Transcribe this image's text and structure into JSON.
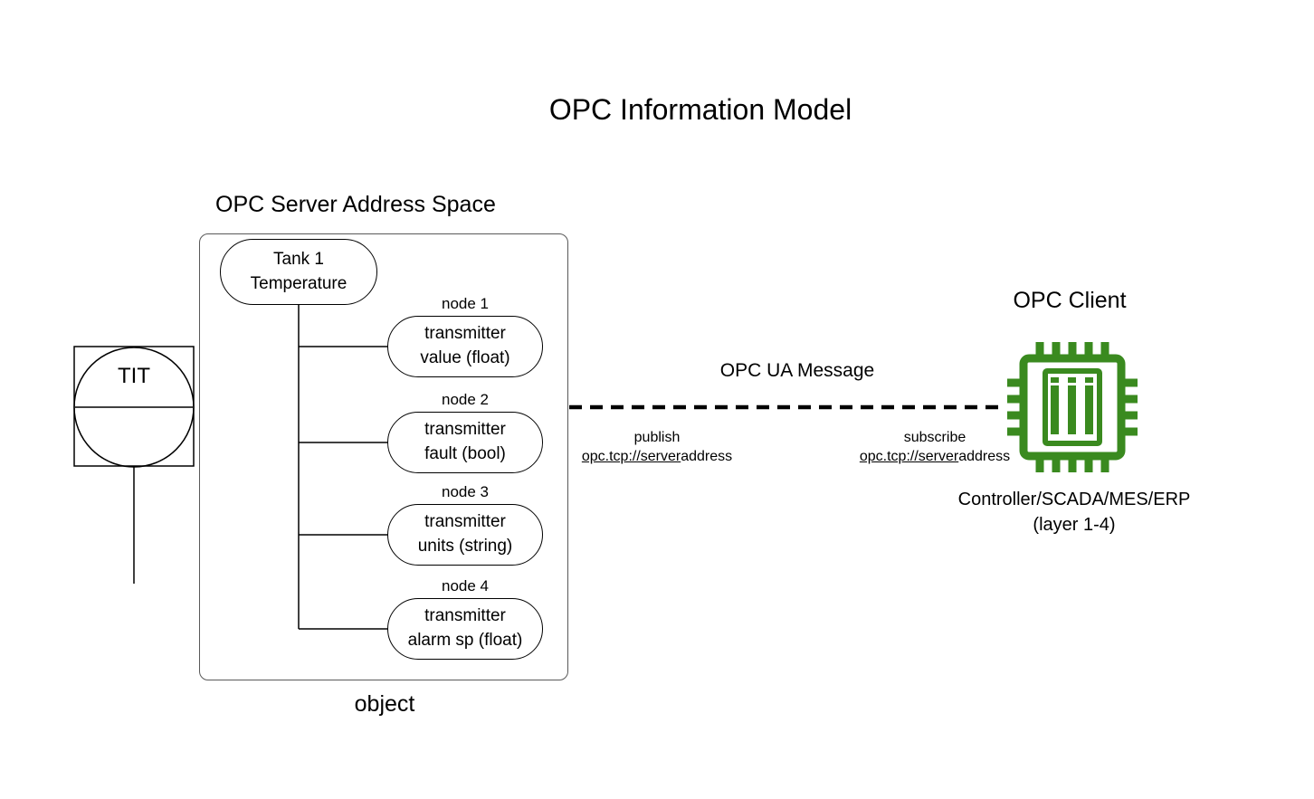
{
  "title": "OPC Information Model",
  "sensor": {
    "label": "TIT"
  },
  "server": {
    "heading": "OPC Server Address Space",
    "root": {
      "line1": "Tank 1",
      "line2": "Temperature"
    },
    "nodes": [
      {
        "label": "node 1",
        "line1": "transmitter",
        "line2": "value (float)"
      },
      {
        "label": "node 2",
        "line1": "transmitter",
        "line2": "fault (bool)"
      },
      {
        "label": "node 3",
        "line1": "transmitter",
        "line2": "units (string)"
      },
      {
        "label": "node 4",
        "line1": "transmitter",
        "line2": "alarm sp (float)"
      }
    ],
    "caption": "object"
  },
  "message": {
    "label": "OPC UA Message",
    "publish": {
      "action": "publish",
      "address_underlined": "opc.tcp://server",
      "address_plain": "address"
    },
    "subscribe": {
      "action": "subscribe",
      "address_underlined": "opc.tcp://server",
      "address_plain": "address"
    }
  },
  "client": {
    "heading": "OPC Client",
    "icon": "cpu-chip-icon",
    "chip_color": "#3a8a1f",
    "caption_line1": "Controller/SCADA/MES/ERP",
    "caption_line2": "(layer 1-4)"
  }
}
